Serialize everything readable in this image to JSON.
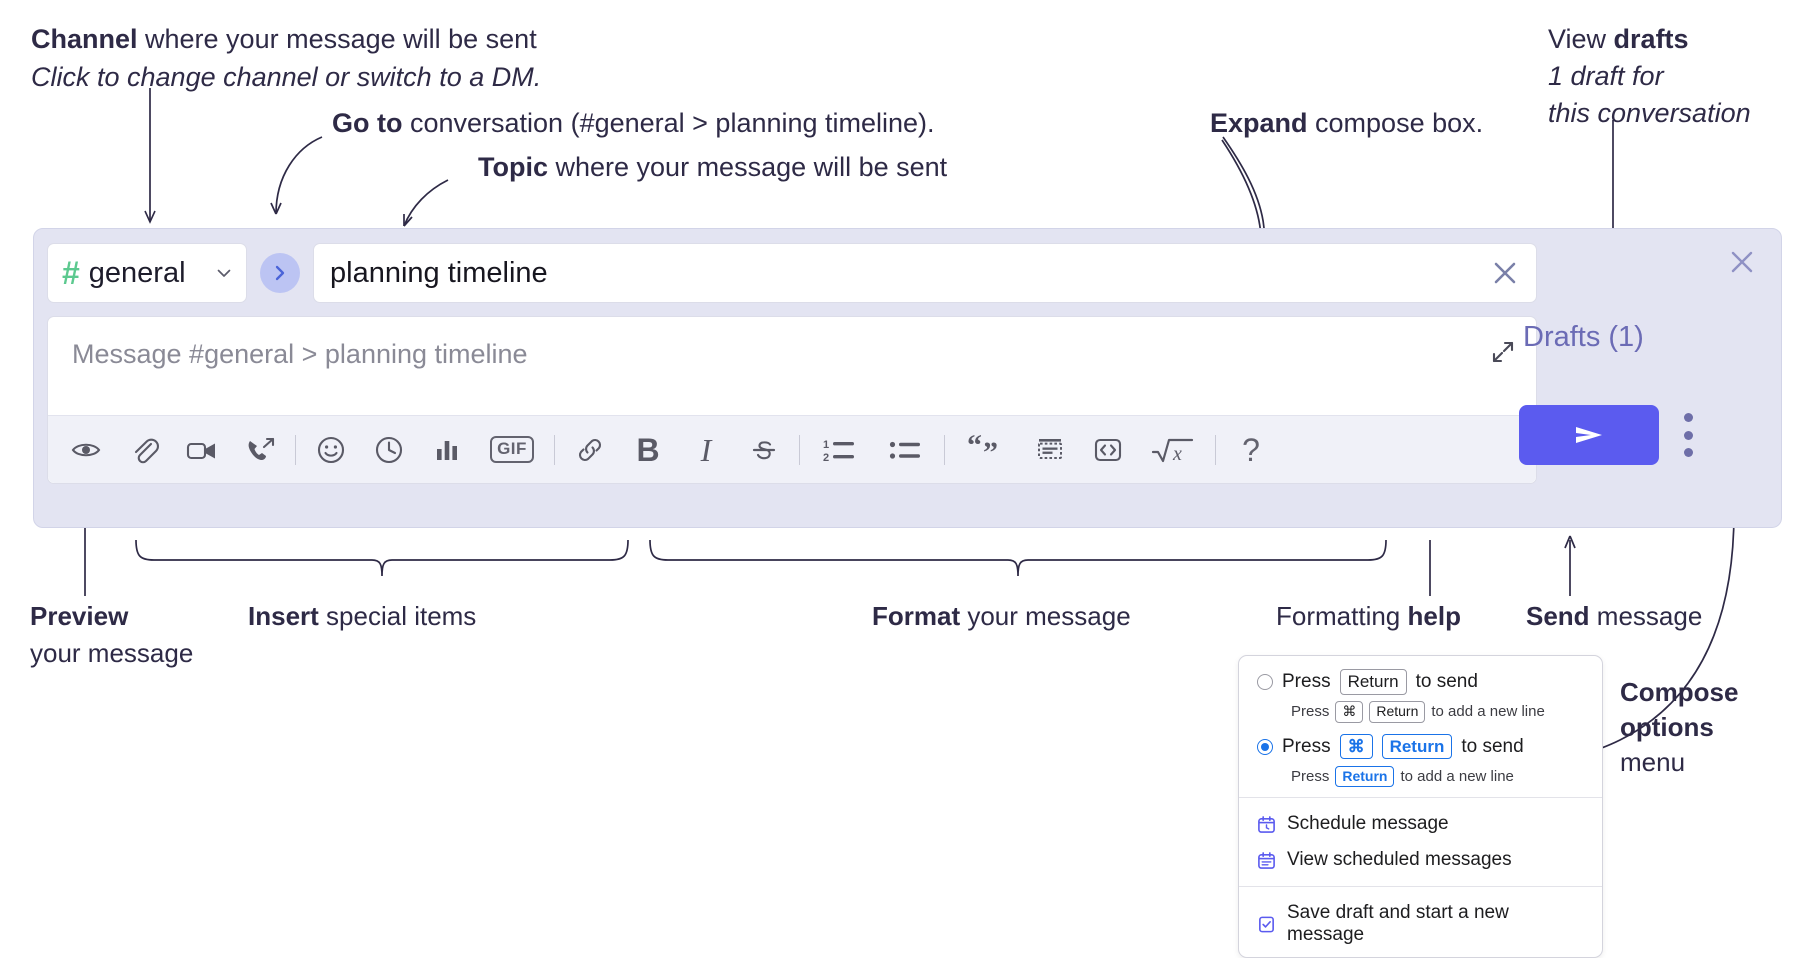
{
  "annotations": {
    "channel": {
      "strong": "Channel",
      "rest": " where your message will be sent",
      "italic": "Click to change channel or switch to a DM."
    },
    "goto": {
      "strong": "Go to",
      "rest": " conversation (#general > planning timeline)."
    },
    "topic": {
      "strong": "Topic",
      "rest": " where your message will be sent"
    },
    "expand": {
      "strong": "Expand",
      "rest": " compose box."
    },
    "drafts": {
      "line1_plain": "View ",
      "line1_strong": "drafts",
      "line2": "1 draft for",
      "line3": "this conversation"
    },
    "preview": {
      "strong": "Preview",
      "rest": "your message"
    },
    "insert": {
      "strong": "Insert",
      "rest": " special items"
    },
    "format": {
      "strong": "Format",
      "rest": " your message"
    },
    "help": {
      "plain": "Formatting ",
      "strong": "help"
    },
    "send": {
      "strong": "Send",
      "rest": " message"
    },
    "compose_options": {
      "strong1": "Compose",
      "strong2": "options",
      "rest": "menu"
    }
  },
  "compose": {
    "channel_chip": {
      "hash": "#",
      "label": "general",
      "caret_icon": "chevron-down-icon"
    },
    "goto_button": {
      "icon": "chevron-right-icon"
    },
    "topic_field": {
      "value": "planning timeline",
      "clear_icon": "close-x-icon"
    },
    "message_input": {
      "placeholder": "Message #general > planning timeline",
      "value": ""
    },
    "expand_icon": "expand-diagonal-icon",
    "toolbar": [
      {
        "name": "preview-message-button",
        "icon": "eye-icon",
        "label": "Preview"
      },
      {
        "name": "attach-file-button",
        "icon": "paperclip-icon",
        "label": "Attach file"
      },
      {
        "name": "video-clip-button",
        "icon": "video-camera-icon",
        "label": "Record video clip"
      },
      {
        "name": "audio-clip-button",
        "icon": "phone-arrow-icon",
        "label": "Record audio clip"
      },
      {
        "name": "separator-1",
        "icon": "divider",
        "label": ""
      },
      {
        "name": "emoji-button",
        "icon": "emoji-smiley-icon",
        "label": "Emoji"
      },
      {
        "name": "reminder-button",
        "icon": "clock-icon",
        "label": "Reminder"
      },
      {
        "name": "poll-button",
        "icon": "bar-chart-icon",
        "label": "Poll"
      },
      {
        "name": "gif-button",
        "icon": "gif-icon",
        "label": "GIF"
      },
      {
        "name": "separator-2",
        "icon": "divider",
        "label": ""
      },
      {
        "name": "link-button",
        "icon": "link-chain-icon",
        "label": "Link"
      },
      {
        "name": "bold-button",
        "icon": "bold-b-icon",
        "label": "B"
      },
      {
        "name": "italic-button",
        "icon": "italic-i-icon",
        "label": "I"
      },
      {
        "name": "strikethrough-button",
        "icon": "strikethrough-s-icon",
        "label": "S"
      },
      {
        "name": "separator-3",
        "icon": "divider",
        "label": ""
      },
      {
        "name": "ordered-list-button",
        "icon": "ordered-list-icon",
        "label": "Ordered list"
      },
      {
        "name": "bulleted-list-button",
        "icon": "bulleted-list-icon",
        "label": "Bulleted list"
      },
      {
        "name": "separator-4",
        "icon": "divider",
        "label": ""
      },
      {
        "name": "blockquote-button",
        "icon": "quote-marks-icon",
        "label": "Blockquote"
      },
      {
        "name": "code-block-button",
        "icon": "code-block-icon",
        "label": "Code block"
      },
      {
        "name": "inline-code-button",
        "icon": "angle-brackets-icon",
        "label": "Inline code"
      },
      {
        "name": "math-button",
        "icon": "square-root-x-icon",
        "label": "Math"
      },
      {
        "name": "separator-5",
        "icon": "divider",
        "label": ""
      },
      {
        "name": "formatting-help-button",
        "icon": "question-mark-icon",
        "label": "?"
      }
    ],
    "gif_label": "GIF",
    "bold_label": "B",
    "italic_label": "I",
    "help_label": "?"
  },
  "rail": {
    "close_icon": "close-x-icon",
    "drafts_label": "Drafts (1)",
    "send_icon": "send-paper-plane-icon",
    "kebab_icon": "kebab-menu-icon"
  },
  "popup": {
    "options": [
      {
        "selected": false,
        "main": {
          "pre": "Press",
          "key": "Return",
          "post": "to send"
        },
        "sub": {
          "pre": "Press",
          "key1": "⌘",
          "key2": "Return",
          "post": "to add a new line"
        }
      },
      {
        "selected": true,
        "main": {
          "pre": "Press",
          "key1": "⌘",
          "key2": "Return",
          "post": "to send"
        },
        "sub": {
          "pre": "Press",
          "key": "Return",
          "post": "to add a new line"
        }
      }
    ],
    "items": [
      {
        "icon": "calendar-clock-icon",
        "label": "Schedule message"
      },
      {
        "icon": "calendar-list-icon",
        "label": "View scheduled messages"
      },
      {
        "icon": "document-check-icon",
        "label": "Save draft and start a new message"
      }
    ]
  },
  "colors": {
    "accent": "#5b5bef",
    "compose_bg": "#e3e4f2",
    "toolbar_bg": "#f0f1f8",
    "hash_green": "#5cc98f",
    "drafts_text": "#6b6bb5",
    "key_blue": "#1a73e8",
    "ink": "#2e2a46"
  }
}
